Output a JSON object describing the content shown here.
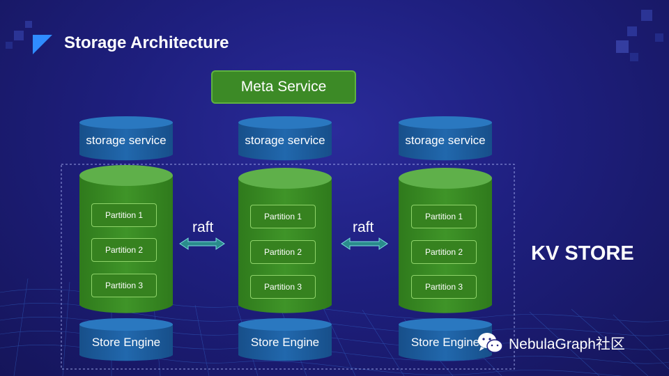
{
  "title": "Storage Architecture",
  "meta_service": "Meta Service",
  "columns": [
    {
      "service": "storage service",
      "partitions": [
        "Partition 1",
        "Partition 2",
        "Partition 3"
      ],
      "engine": "Store Engine"
    },
    {
      "service": "storage service",
      "partitions": [
        "Partition 1",
        "Partition 2",
        "Partition 3"
      ],
      "engine": "Store Engine"
    },
    {
      "service": "storage service",
      "partitions": [
        "Partition 1",
        "Partition 2",
        "Partition 3"
      ],
      "engine": "Store Engine"
    }
  ],
  "links": [
    "raft",
    "raft"
  ],
  "kv_store": "KV STORE",
  "watermark": {
    "text": "NebulaGraph社区",
    "icon": "wechat-icon"
  },
  "colors": {
    "background": "#1e1f7e",
    "accent_blue": "#2f8cff",
    "cylinder_green": "#3c8a26",
    "cylinder_blue": "#1f5fa0",
    "arrow": "#2a8c8c"
  }
}
